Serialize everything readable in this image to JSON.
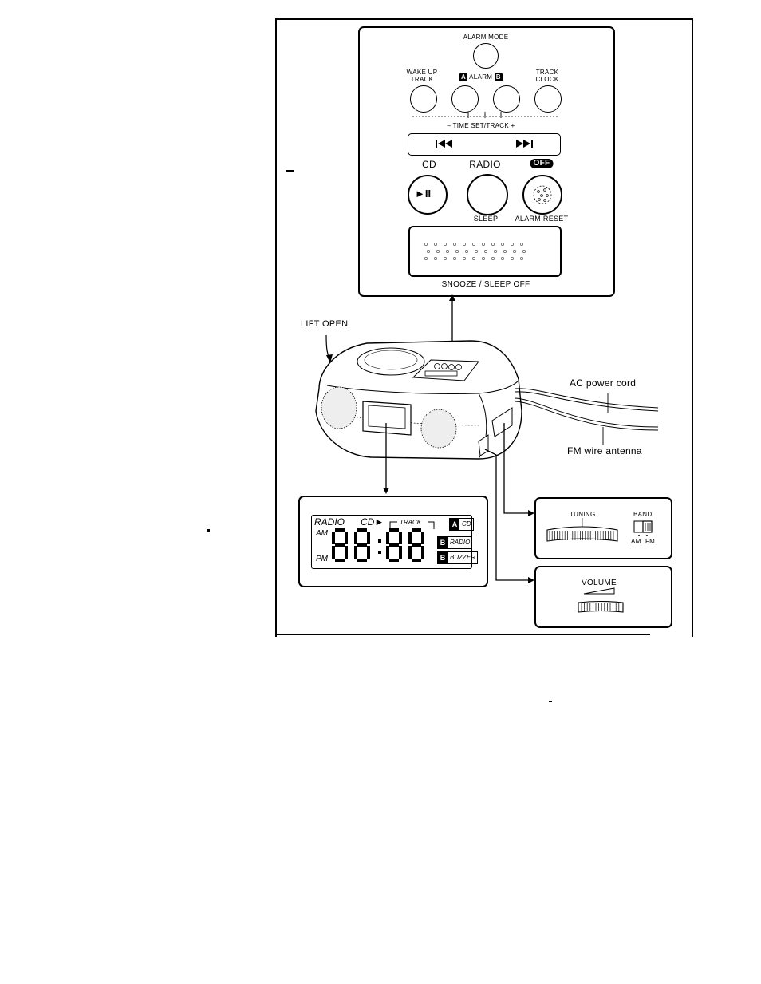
{
  "top_panel": {
    "alarm_mode": "ALARM MODE",
    "wake_up_track": "WAKE UP\nTRACK",
    "alarm_a": "A",
    "alarm": "ALARM",
    "alarm_b": "B",
    "track_clock": "TRACK\nCLOCK",
    "time_set_track": "– TIME SET/TRACK +",
    "cd": "CD",
    "radio": "RADIO",
    "off": "OFF",
    "play_pause_symbol": "►II",
    "sleep": "SLEEP",
    "alarm_reset": "ALARM RESET",
    "snooze_sleep_off": "SNOOZE / SLEEP OFF"
  },
  "device_labels": {
    "lift_open": "LIFT OPEN",
    "ac_power_cord": "AC power cord",
    "fm_wire_antenna": "FM wire antenna"
  },
  "display": {
    "radio": "RADIO",
    "cd": "CD►",
    "track": "TRACK",
    "am": "AM",
    "pm": "PM",
    "digits": "88:88",
    "ind_a": "A",
    "ind_cd": "CD",
    "ind_b1": "B",
    "ind_radio": "RADIO",
    "ind_b2": "B",
    "ind_buzzer": "BUZZER"
  },
  "tuning_panel": {
    "tuning": "TUNING",
    "band": "BAND",
    "am": "AM",
    "fm": "FM"
  },
  "volume_panel": {
    "volume": "VOLUME"
  },
  "icons": [
    "prev-track-icon",
    "next-track-icon",
    "play-pause-icon",
    "arrow-icon"
  ]
}
